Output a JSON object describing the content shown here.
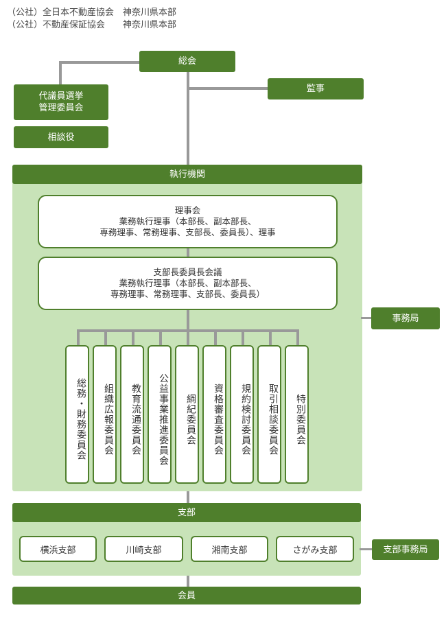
{
  "header": {
    "line1": "（公社）全日本不動産協会　神奈川県本部",
    "line2": "（公社）不動産保証協会　　神奈川県本部"
  },
  "top": {
    "soukai": "総会",
    "kansa": "監事",
    "senkyo": "代議員選挙\n管理委員会",
    "soudan": "相談役"
  },
  "executive": {
    "title": "執行機関",
    "board": "理事会\n業務執行理事（本部長、副本部長、\n専務理事、常務理事、支部長、委員長）、理事",
    "meeting": "支部長委員長会議\n業務執行理事（本部長、副本部長、\n専務理事、常務理事、支部長、委員長）",
    "committees": [
      "総務・財務委員会",
      "組織広報委員会",
      "教育流通委員会",
      "公益事業推進委員会",
      "綱紀委員会",
      "資格審査委員会",
      "規約検討委員会",
      "取引相談委員会",
      "特別委員会"
    ],
    "secretariat": "事務局"
  },
  "branches": {
    "title": "支部",
    "items": [
      "横浜支部",
      "川崎支部",
      "湘南支部",
      "さがみ支部"
    ],
    "secretariat": "支部事務局"
  },
  "members": "会員",
  "colors": {
    "dark_green": "#4f7f2c",
    "light_green": "#c8e3b8",
    "line_gray": "#999999"
  }
}
